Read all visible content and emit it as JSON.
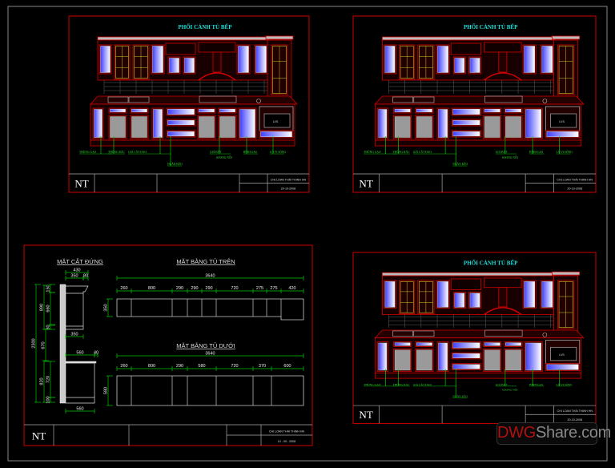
{
  "colors": {
    "frame": "#d00000",
    "dim": "#00c800",
    "title": "#19e0d8",
    "glass": "#5050ff"
  },
  "elevation": {
    "title": "PHỐI CẢNH TỦ BẾP",
    "labels": {
      "rice": "THÙNG GẠO",
      "trash": "THÙNG RÁC",
      "knife": "GIÁ CẮT DAO",
      "drawer": "NGĂN KÉO",
      "dish": "GIÁ BÁT",
      "dish2": "SOONG NỒI",
      "gas": "BÌNH GAS",
      "microwave": "LÒ VI SÓNG",
      "lvs": "LVS"
    }
  },
  "title_block": {
    "logo": "NT",
    "client": "CHỊ LOAN THÁI THỊNH HN",
    "date_top": "20-10-2008",
    "date_bottom": "10 - 09 - 2008"
  },
  "section": {
    "title": "MẶT CẮT ĐỨNG",
    "dims": [
      "430",
      "350",
      "80",
      "150",
      "890",
      "660",
      "80",
      "670",
      "2300",
      "560",
      "40",
      "820",
      "720",
      "100",
      "350",
      "560"
    ]
  },
  "upper_plan": {
    "title": "MẶT BẰNG TỦ TRÊN",
    "total": "3640",
    "parts": [
      "260",
      "800",
      "290",
      "290",
      "290",
      "720",
      "275",
      "275",
      "420"
    ],
    "depth": "350"
  },
  "lower_plan": {
    "title": "MẶT BẰNG TỦ DƯỚI",
    "total": "3640",
    "parts": [
      "260",
      "800",
      "290",
      "580",
      "720",
      "370",
      "600"
    ],
    "depth": "580"
  },
  "watermark": {
    "a": "DWG",
    "b": "Share.com"
  }
}
